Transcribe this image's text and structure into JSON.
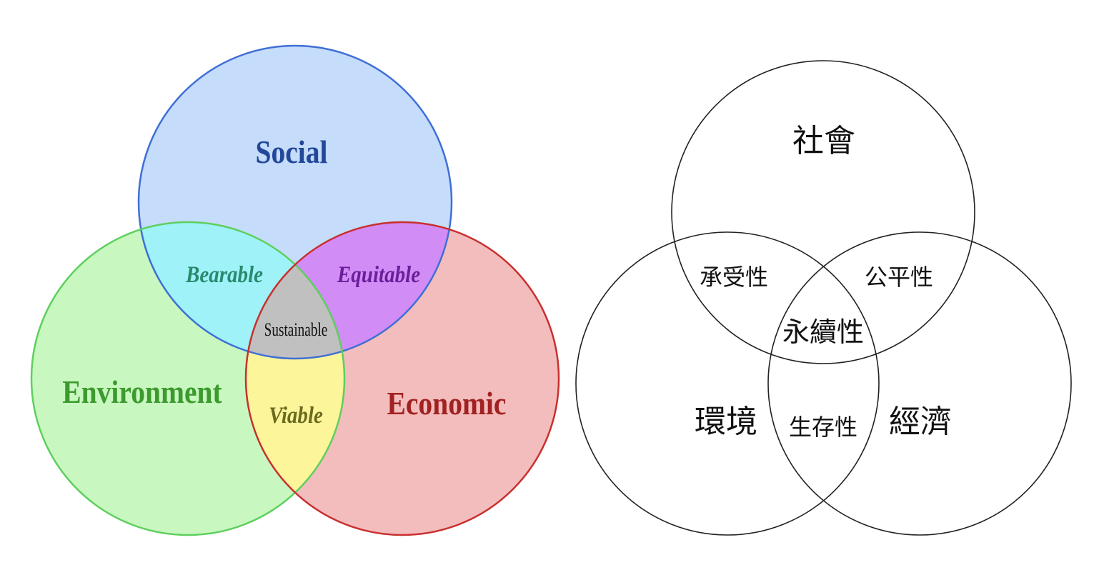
{
  "english_diagram": {
    "sets": {
      "social": {
        "label": "Social",
        "fill": "#c5dcfa",
        "stroke": "#3f6fd6",
        "text": "#23489a"
      },
      "environment": {
        "label": "Environment",
        "fill": "#c8f8c0",
        "stroke": "#5ecf5e",
        "text": "#3d9a2e"
      },
      "economic": {
        "label": "Economic",
        "fill": "#f3bdbd",
        "stroke": "#c8302e",
        "text": "#a12222"
      }
    },
    "overlaps": {
      "bearable": {
        "label": "Bearable",
        "fill": "#9ef2f8",
        "text": "#2a8a6e"
      },
      "equitable": {
        "label": "Equitable",
        "fill": "#d28cf5",
        "text": "#6a1e9a"
      },
      "viable": {
        "label": "Viable",
        "fill": "#fdf59a",
        "text": "#6a6a20"
      },
      "sustainable": {
        "label": "Sustainable",
        "fill": "#c0c0c0",
        "text": "#111111"
      }
    }
  },
  "chinese_diagram": {
    "sets": {
      "social": {
        "label": "社會"
      },
      "environment": {
        "label": "環境"
      },
      "economic": {
        "label": "經濟"
      }
    },
    "overlaps": {
      "bearable": {
        "label": "承受性"
      },
      "equitable": {
        "label": "公平性"
      },
      "viable": {
        "label": "生存性"
      },
      "sustainable": {
        "label": "永續性"
      }
    },
    "stroke": "#222222"
  }
}
